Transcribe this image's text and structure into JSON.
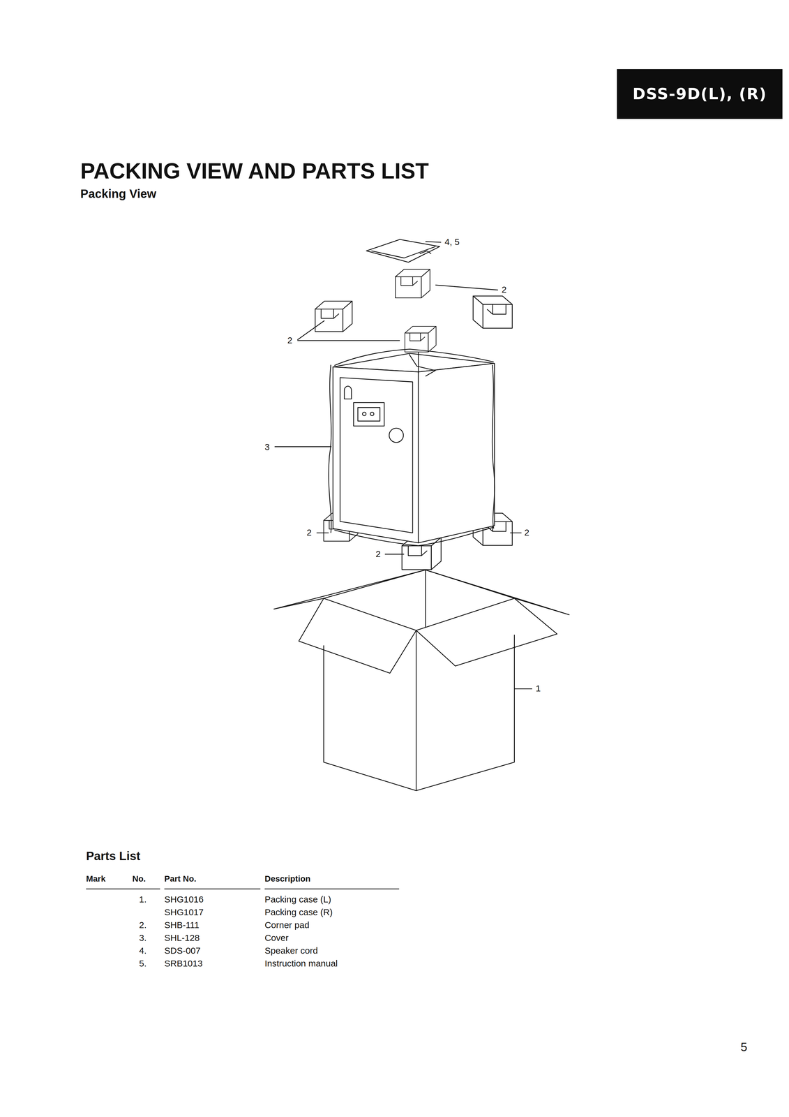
{
  "diagram": {
    "title": "PACKING VIEW AND PARTS LIST",
    "nodes": [
      {
        "text": [
          "DSS-9D(L), (R)"
        ]
      }
    ],
    "labels": [
      "Packing View",
      "4, 5",
      "2",
      "2",
      "3",
      "2",
      "2",
      "2",
      "1",
      "Parts List",
      "Mark",
      "No.",
      "Part No.",
      "Description",
      "1.",
      "SHG1016",
      "Packing case (L)",
      "SHG1017",
      "Packing case (R)",
      "2.",
      "SHB-111",
      "Corner pad",
      "3.",
      "SHL-128",
      "Cover",
      "4.",
      "SDS-007",
      "Speaker cord",
      "5.",
      "SRB1013",
      "Instruction manual",
      "5"
    ]
  }
}
